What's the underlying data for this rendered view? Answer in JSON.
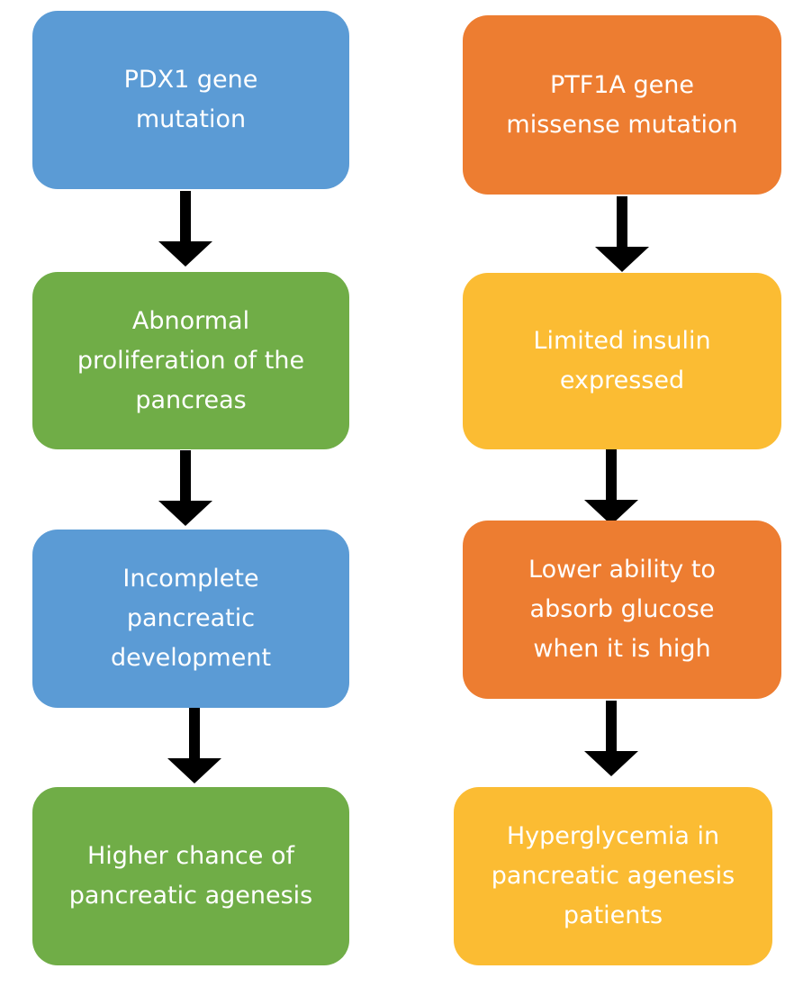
{
  "left_column": {
    "box1": "PDX1 gene\nmutation",
    "box2": "Abnormal\nproliferation of the\npancreas",
    "box3": "Incomplete\npancreatic\ndevelopment",
    "box4": "Higher chance of\npancreatic agenesis"
  },
  "right_column": {
    "box1": "PTF1A gene\nmissense mutation",
    "box2": "Limited insulin\nexpressed",
    "box3": "Lower ability to\nabsorb glucose\nwhen it is high",
    "box4": "Hyperglycemia in\npancreatic agenesis\npatients"
  },
  "colors": {
    "blue": "#5b9bd5",
    "green": "#70ad47",
    "orange": "#ed7d31",
    "yellow": "#fbbc33",
    "arrow": "#000000"
  }
}
